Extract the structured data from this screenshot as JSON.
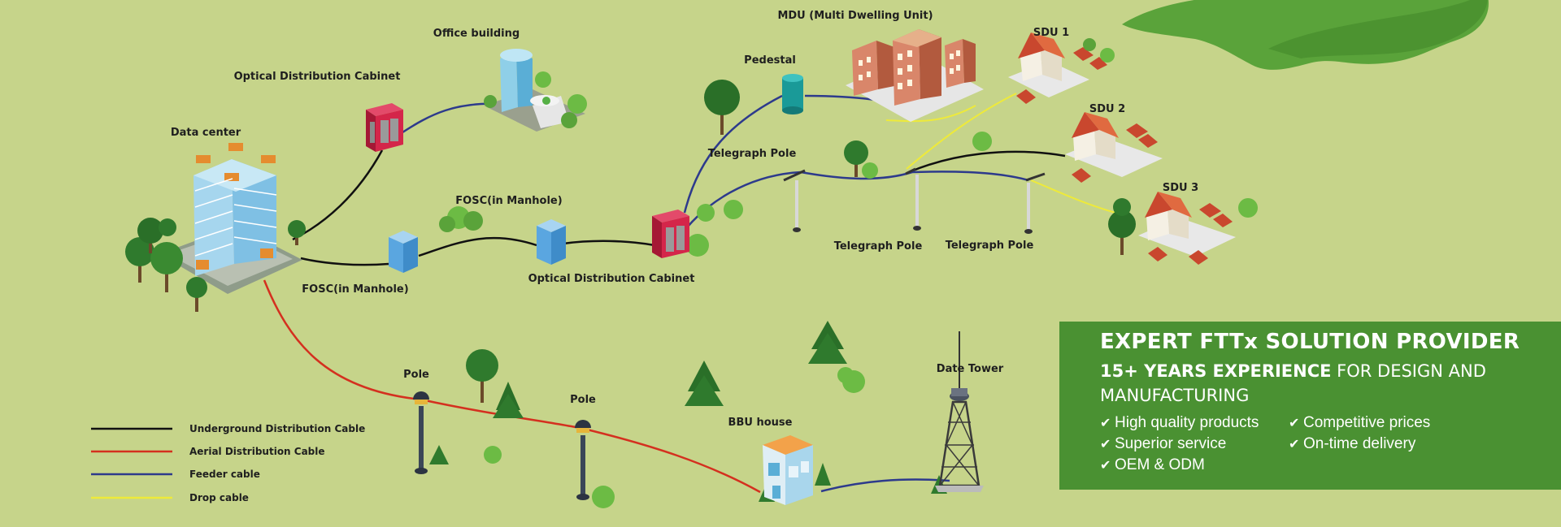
{
  "labels": {
    "data_center": "Data center",
    "odc_top": "Optical Distribution Cabinet",
    "office": "Office building",
    "fosc_left": "FOSC(in Manhole)",
    "fosc_mid": "FOSC(in Manhole)",
    "odc_mid": "Optical Distribution Cabinet",
    "pedestal": "Pedestal",
    "mdu": "MDU (Multi Dwelling Unit)",
    "tel_pole_top": "Telegraph Pole",
    "tel_pole_b1": "Telegraph Pole",
    "tel_pole_b2": "Telegraph Pole",
    "sdu1": "SDU 1",
    "sdu2": "SDU 2",
    "sdu3": "SDU 3",
    "pole1": "Pole",
    "pole2": "Pole",
    "bbu": "BBU house",
    "tower": "Date Tower"
  },
  "legend": [
    {
      "label": "Underground Distribution Cable",
      "color": "#111111"
    },
    {
      "label": "Aerial Distribution Cable",
      "color": "#d4301f"
    },
    {
      "label": "Feeder cable",
      "color": "#2d3a8c"
    },
    {
      "label": "Drop cable",
      "color": "#e8e23a"
    }
  ],
  "colors": {
    "background": "#c6d48a",
    "promo_green": "#4a9132",
    "cabinet_red": "#d4264a",
    "manhole_blue": "#5aa6e0",
    "pedestal_teal": "#1a9a98"
  },
  "promo": {
    "title": "EXPERT FTTx SOLUTION PROVIDER",
    "subtitle_bold": "15+ YEARS EXPERIENCE",
    "subtitle_rest": " FOR DESIGN AND MANUFACTURING",
    "features": [
      "High quality products",
      "Competitive prices",
      "Superior service",
      "On-time delivery",
      "OEM & ODM"
    ]
  }
}
